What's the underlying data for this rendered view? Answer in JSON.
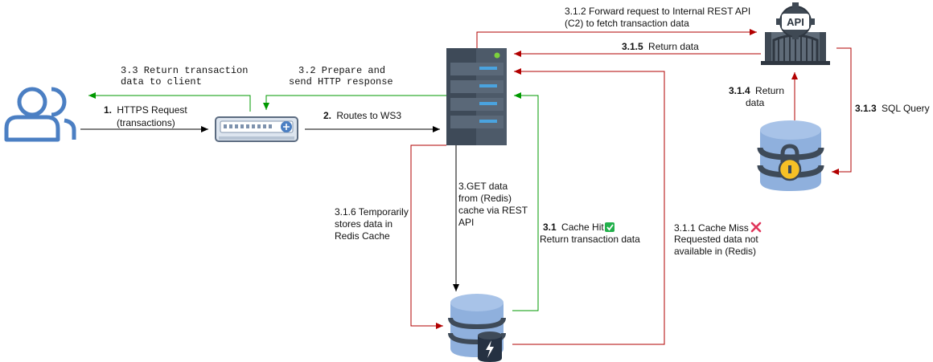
{
  "labels": {
    "https_num": "1.",
    "https_l1": "HTTPS Request",
    "https_l2": "(transactions)",
    "routes_num": "2.",
    "routes_text": "Routes to WS3",
    "return_client_l1": "3.3 Return transaction",
    "return_client_l2": "data to client",
    "prepare_l1": "3.2 Prepare and",
    "prepare_l2": "send HTTP response",
    "forward_l1": "3.1.2 Forward request to Internal REST API",
    "forward_l2": "(C2) to fetch transaction data",
    "return_data_num": "3.1.5",
    "return_data_text": "Return data",
    "ret4_num": "3.1.4",
    "ret4_text": "Return",
    "ret4_l2": "data",
    "sql_num": "3.1.3",
    "sql_text": "SQL Query",
    "get_l1": "3.GET data",
    "get_l2": "from (Redis)",
    "get_l3": "cache via REST",
    "get_l4": "API",
    "store_l1": "3.1.6 Temporarily",
    "store_l2": "stores data in",
    "store_l3": "Redis Cache",
    "hit_num": "3.1",
    "hit_text": "Cache Hit",
    "hit_l2": "Return transaction data",
    "miss_l1": "3.1.1 Cache Miss",
    "miss_l2": "Requested data not",
    "miss_l3": "available in (Redis)",
    "api_badge": "API"
  },
  "colors": {
    "red": "#b20000",
    "green": "#009900",
    "black": "#000000",
    "icon_blue": "#4b7fc3",
    "server_dark": "#3e4a58",
    "server_light": "#5a6878",
    "server_led": "#4aa3df",
    "db_blue": "#8fb0dd",
    "db_lock_fill": "#f6c026"
  },
  "icons": {
    "users": "users-icon",
    "router": "router-icon",
    "server": "server-icon",
    "api_gateway": "api-gateway-icon",
    "sql_db": "locked-database-icon",
    "redis": "redis-cache-icon",
    "check": "check-mark-icon",
    "cross": "cross-mark-icon"
  }
}
